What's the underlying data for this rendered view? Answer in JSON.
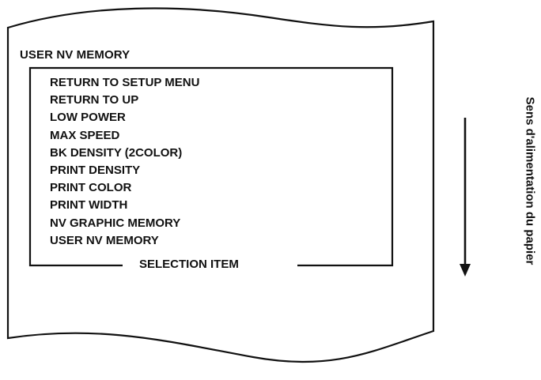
{
  "diagram": {
    "header": "USER NV MEMORY",
    "menu_items": [
      "RETURN TO SETUP MENU",
      "RETURN TO UP",
      "LOW POWER",
      "MAX SPEED",
      "BK DENSITY (2COLOR)",
      "PRINT DENSITY",
      "PRINT COLOR",
      "PRINT WIDTH",
      "NV GRAPHIC MEMORY",
      "USER NV MEMORY"
    ],
    "frame_label": "SELECTION ITEM",
    "feed_direction_label": "Sens d'alimentation du papier",
    "arrow_direction": "down",
    "colors": {
      "ink": "#111111",
      "paper": "#ffffff"
    }
  }
}
